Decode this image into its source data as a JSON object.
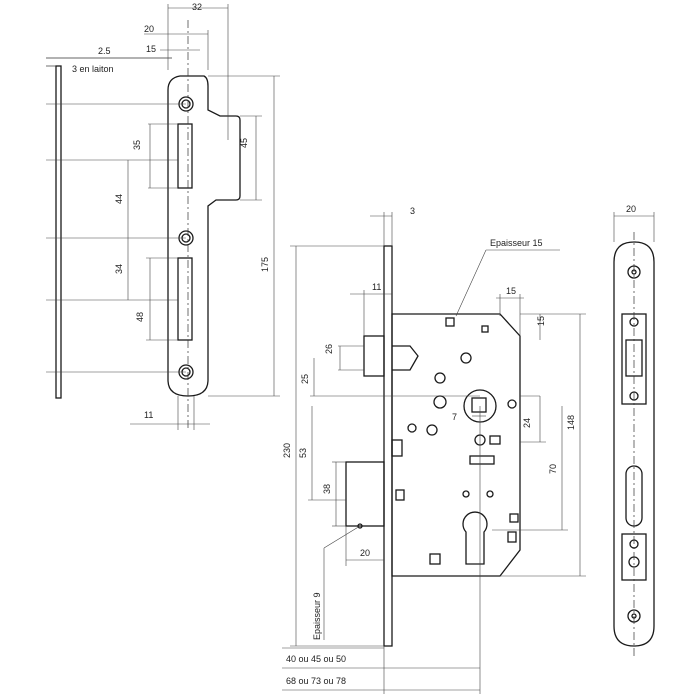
{
  "strike_plate": {
    "dims": {
      "width_32": "32",
      "width_20": "20",
      "width_15": "15",
      "thickness_2_5": "2.5",
      "material": "3 en laiton",
      "slot_35": "35",
      "slot_45": "45",
      "spacing_44": "44",
      "spacing_34": "34",
      "slot_48": "48",
      "height_175": "175",
      "bottom_11": "11"
    }
  },
  "lock_body": {
    "dims": {
      "front_3": "3",
      "thickness": "Epaisseur 15",
      "bolt_11": "11",
      "top_15h": "15",
      "top_15v": "15",
      "latch_26": "26",
      "latch_25": "25",
      "follower_7": "7",
      "backset_24": "24",
      "height_148": "148",
      "height_230": "230",
      "spacing_53": "53",
      "spacing_70": "70",
      "deadbolt_38": "38",
      "deadbolt_20": "20",
      "deadbolt_thickness": "Epaisseur 9",
      "backset_small": "40 ou 45 ou 50",
      "backset_large": "68 ou 73 ou 78"
    }
  },
  "faceplate": {
    "dims": {
      "width_20": "20"
    }
  }
}
